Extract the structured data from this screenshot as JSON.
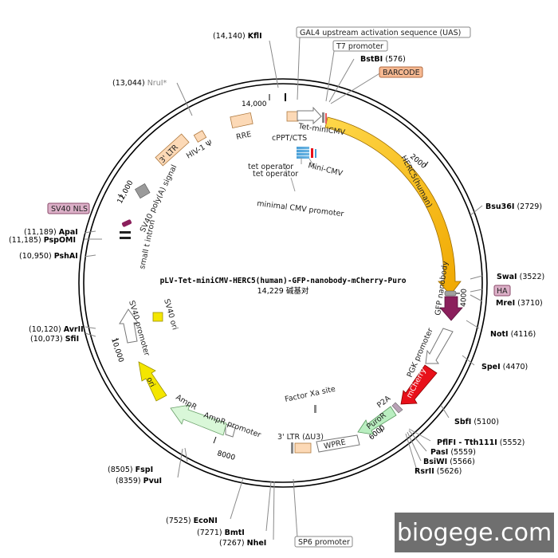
{
  "plasmid": {
    "name": "pLV-Tet-miniCMV-HERC5(human)-GFP-nanobody-mCherry-Puro",
    "size_label": "14,229 碱基对"
  },
  "ticks": [
    "2000",
    "4000",
    "6000",
    "8000",
    "10,000",
    "12,000",
    "14,000"
  ],
  "sites": [
    {
      "name": "KflI",
      "pos": "(14,140)"
    },
    {
      "name": "BstBI",
      "pos": "(576)"
    },
    {
      "name": "NruI*",
      "pos": "(13,044)"
    },
    {
      "name": "Bsu36I",
      "pos": "(2729)"
    },
    {
      "name": "ApaI",
      "pos": "(11,189)"
    },
    {
      "name": "PspOMI",
      "pos": "(11,185)"
    },
    {
      "name": "PshAI",
      "pos": "(10,950)"
    },
    {
      "name": "SwaI",
      "pos": "(3522)"
    },
    {
      "name": "MreI",
      "pos": "(3710)"
    },
    {
      "name": "NotI",
      "pos": "(4116)"
    },
    {
      "name": "AvrII",
      "pos": "(10,120)"
    },
    {
      "name": "SfiI",
      "pos": "(10,073)"
    },
    {
      "name": "SpeI",
      "pos": "(4470)"
    },
    {
      "name": "SbfI",
      "pos": "(5100)"
    },
    {
      "name": "PflFI - Tth111I",
      "pos": "(5552)"
    },
    {
      "name": "PasI",
      "pos": "(5559)"
    },
    {
      "name": "BsiWI",
      "pos": "(5566)"
    },
    {
      "name": "RsrII",
      "pos": "(5626)"
    },
    {
      "name": "FspI",
      "pos": "(8505)"
    },
    {
      "name": "PvuI",
      "pos": "(8359)"
    },
    {
      "name": "EcoNI",
      "pos": "(7525)"
    },
    {
      "name": "BmtI",
      "pos": "(7271)"
    },
    {
      "name": "NheI",
      "pos": "(7267)"
    }
  ],
  "boxed": [
    "GAL4 upstream activation sequence (UAS)",
    "T7 promoter",
    "BARCODE",
    "SV40 NLS",
    "HA",
    "SP6 promoter"
  ],
  "features": [
    "Tet-miniCMV",
    "cPPT/CTS",
    "RRE",
    "HIV-1 Ψ",
    "3' LTR",
    "SV40 poly(A) signal",
    "small t intron",
    "tet operator",
    "tet operator",
    "Mini-CMV",
    "minimal CMV promoter",
    "HERC5(human)",
    "GFP nanobody",
    "PGK promoter",
    "mCherry",
    "P2A",
    "PuroR",
    "WPRE",
    "3' LTR (ΔU3)",
    "Factor Xa site",
    "AmpR",
    "AmpR promoter",
    "ori",
    "SV40 promoter",
    "SV40 ori"
  ],
  "colors": {
    "herc5": "#f5b800",
    "gfp": "#8b1f5c",
    "mcherry": "#e8101a",
    "puro": "#b9eec0",
    "ampr": "#d9f7d8",
    "ori": "#f4e600",
    "ltr": "#fcd9b6",
    "barcode": "#f7b992",
    "nls": "#dcb0c8",
    "gray": "#9a9a9a",
    "watermark": "#6f6f6f"
  },
  "watermark": "biogege.com"
}
